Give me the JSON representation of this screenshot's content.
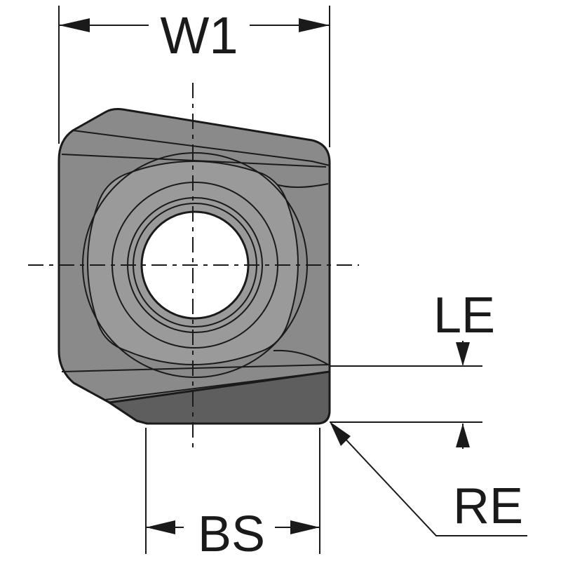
{
  "labels": {
    "w1": "W1",
    "le": "LE",
    "bs": "BS",
    "re": "RE"
  },
  "colors": {
    "body_fill": "#8a8a8a",
    "face_fill": "#9a9a9a",
    "cutting_edge_fill": "#5e5e5e",
    "hole_fill": "#ffffff",
    "line": "#1a1a1a"
  }
}
